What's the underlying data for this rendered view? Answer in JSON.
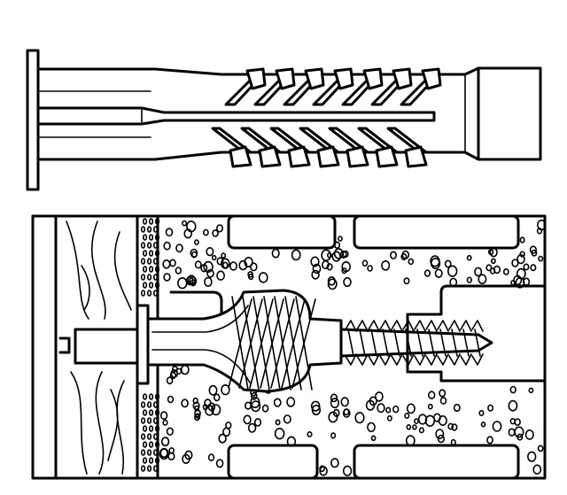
{
  "figure": {
    "style": "black line art on white",
    "panels": [
      {
        "name": "wall-plug-side-view"
      },
      {
        "name": "wall-plug-installed-in-hollow-brick"
      }
    ]
  },
  "colors": {
    "ink": "#000000",
    "paper": "#ffffff"
  }
}
